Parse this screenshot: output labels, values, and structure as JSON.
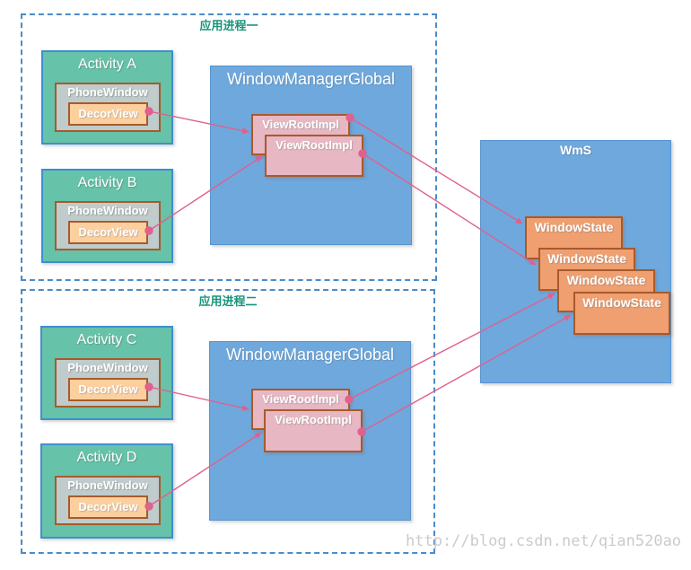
{
  "labels": {
    "process1": "应用进程一",
    "process2": "应用进程二",
    "activityA": "Activity A",
    "activityB": "Activity B",
    "activityC": "Activity C",
    "activityD": "Activity D",
    "phoneWindow": "PhoneWindow",
    "decorView": "DecorView",
    "windowManagerGlobal": "WindowManagerGlobal",
    "viewRootImpl": "ViewRootImpl",
    "wms": "WmS",
    "windowState": "WindowState",
    "watermark": "http://blog.csdn.net/qian520ao"
  },
  "colors": {
    "process_border_blue": "#4a8bc9",
    "process_label_green": "#189478",
    "activity_fill_teal": "#66c2a8",
    "activity_border_blue": "#3e8fd0",
    "phonewindow_fill_gray": "#c0cbcb",
    "decorview_fill_peach": "#fccf9f",
    "inner_border_brown": "#a85a2b",
    "manager_fill_blue": "#6fa8dc",
    "viewrootimpl_fill_pink": "#e7b7c3",
    "windowstate_fill_orange": "#ef9f70",
    "arrow_pink": "#e0608e",
    "watermark_gray": "#cbcbcb",
    "label_text_white": "#ffffff"
  },
  "connections": [
    {
      "from": "decorview-a",
      "to": "viewrootimpl-1-process1"
    },
    {
      "from": "decorview-b",
      "to": "viewrootimpl-2-process1"
    },
    {
      "from": "viewrootimpl-1-process1",
      "to": "windowstate-1"
    },
    {
      "from": "viewrootimpl-2-process1",
      "to": "windowstate-2"
    },
    {
      "from": "decorview-c",
      "to": "viewrootimpl-1-process2"
    },
    {
      "from": "decorview-d",
      "to": "viewrootimpl-2-process2"
    },
    {
      "from": "viewrootimpl-1-process2",
      "to": "windowstate-3"
    },
    {
      "from": "viewrootimpl-2-process2",
      "to": "windowstate-4"
    }
  ]
}
